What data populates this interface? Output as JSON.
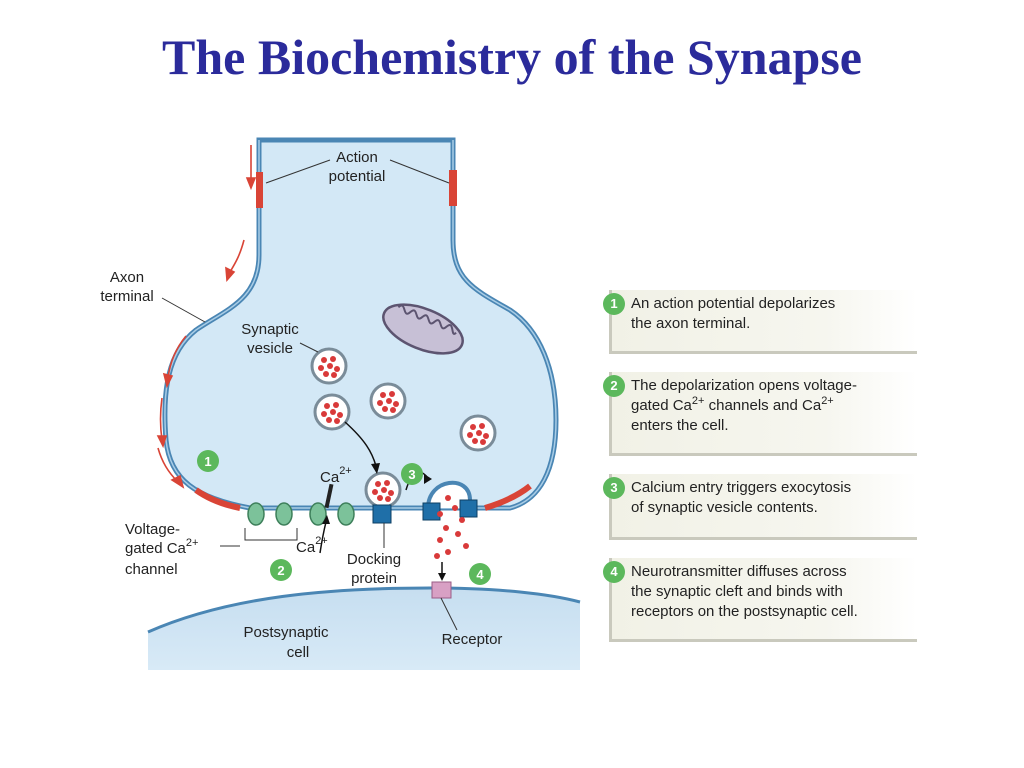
{
  "title": "The Biochemistry of the Synapse",
  "labels": {
    "action_potential_1": "Action",
    "action_potential_2": "potential",
    "axon_terminal_1": "Axon",
    "axon_terminal_2": "terminal",
    "synaptic_vesicle_1": "Synaptic",
    "synaptic_vesicle_2": "vesicle",
    "voltage_gated_1": "Voltage-",
    "voltage_gated_2": "gated Ca",
    "voltage_gated_sup": "2+",
    "voltage_gated_3": "channel",
    "ca_top": "Ca",
    "ca_top_sup": "2+",
    "ca_bottom": "Ca",
    "ca_bottom_sup": "2+",
    "docking_1": "Docking",
    "docking_2": "protein",
    "postsynaptic_1": "Postsynaptic",
    "postsynaptic_2": "cell",
    "receptor": "Receptor"
  },
  "diagram_badges": [
    "1",
    "2",
    "3",
    "4"
  ],
  "steps": [
    {
      "number": "1",
      "line1": "An action potential depolarizes",
      "line2": "the axon terminal."
    },
    {
      "number": "2",
      "line1": "The depolarization opens voltage-",
      "line2a": "gated Ca",
      "sup2a": "2+",
      "line2b": " channels and Ca",
      "sup2b": "2+",
      "line3": "enters the cell."
    },
    {
      "number": "3",
      "line1": "Calcium entry triggers exocytosis",
      "line2": "of synaptic vesicle contents."
    },
    {
      "number": "4",
      "line1": "Neurotransmitter diffuses across",
      "line2": "the synaptic cleft and binds with",
      "line3": "receptors on the postsynaptic cell."
    }
  ],
  "colors": {
    "title": "#2b2b9b",
    "cell_fill": "#d3e8f6",
    "membrane": "#4a86b4",
    "depolarized": "#d94436",
    "badge": "#5cb85c",
    "channel": "#7cc29a",
    "docking": "#1f6fa8",
    "receptor": "#d8a0c4"
  }
}
